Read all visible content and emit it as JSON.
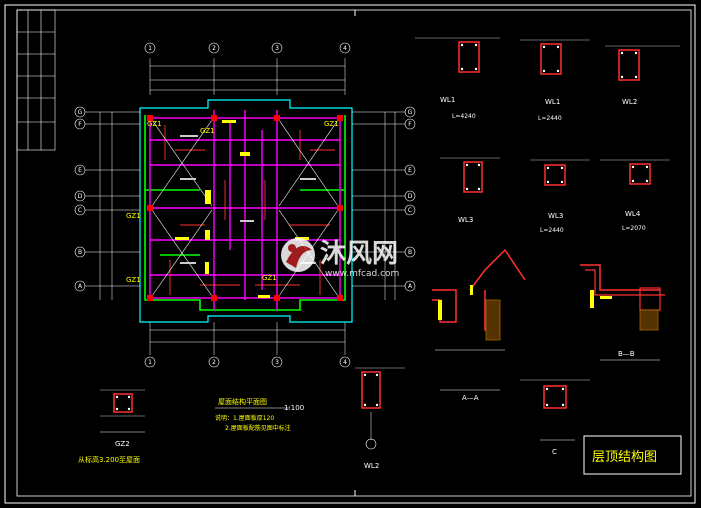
{
  "drawing": {
    "scale_label": "1:100",
    "title_block": {
      "title": "层顶结构图"
    },
    "watermark": {
      "logo_text": "沐风网",
      "url": "www.mfcad.com"
    },
    "colors": {
      "background": "#000000",
      "frame": "#ffffff",
      "beam": "#ff00ff",
      "column": "#ff0000",
      "wall": "#00ff00",
      "axis": "#ffffff",
      "label": "#ffff00",
      "dim": "#00ffff",
      "rebar": "#ff3030"
    }
  },
  "plan": {
    "axis_top": [
      "1",
      "2",
      "3",
      "4"
    ],
    "axis_side": [
      "G",
      "F",
      "E",
      "D",
      "C",
      "B",
      "A"
    ],
    "column_labels": [
      "GZ1",
      "GZ1",
      "GZ1",
      "GZ1",
      "GZ1",
      "GZ1"
    ],
    "note_title": "屋面结构平面图",
    "note_line1": "说明：1.屋面板厚120",
    "note_line2": "2.屋面板配筋见图中标注"
  },
  "details": [
    {
      "label": "WL1",
      "sub": "L=4240"
    },
    {
      "label": "WL1",
      "sub": "L=2440"
    },
    {
      "label": "WL2",
      "sub": ""
    },
    {
      "label": "WL3",
      "sub": ""
    },
    {
      "label": "WL3",
      "sub": "L=2440"
    },
    {
      "label": "WL4",
      "sub": "L=2070"
    }
  ],
  "gz_detail": {
    "label": "GZ2",
    "note": "从标高3.200至屋面"
  },
  "wl_small": {
    "label": "WL2"
  },
  "sections": {
    "aa": "A—A",
    "bb": "B—B",
    "c": "C"
  }
}
